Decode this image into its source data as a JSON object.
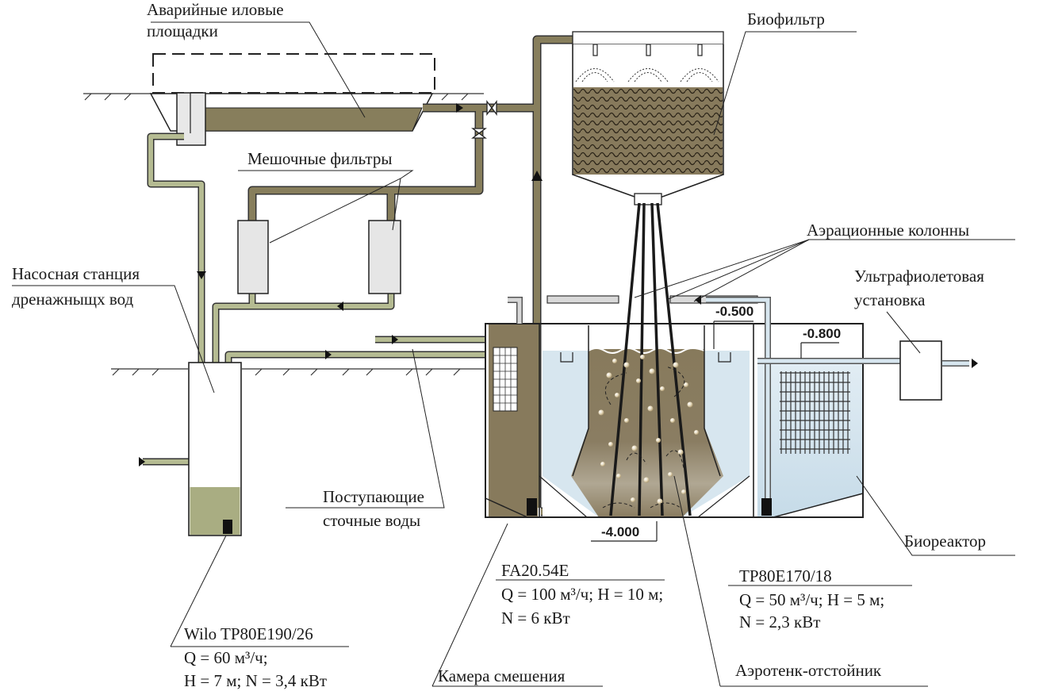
{
  "labels": {
    "emergency_sludge_beds": [
      "Аварийные иловые",
      "площадки"
    ],
    "biofilter": "Биофильтр",
    "bag_filters": "Мешочные фильтры",
    "aeration_columns": "Аэрационные колонны",
    "pump_station": [
      "Насосная станция",
      "дренажныщх вод"
    ],
    "uv_unit": [
      "Ультрафиолетовая",
      "установка"
    ],
    "incoming_wastewater": [
      "Поступающие",
      "сточные воды"
    ],
    "bioreactor": "Биореактор",
    "mixing_chamber": "Камера смешения",
    "aerotank_settler": "Аэротенк-отстойник"
  },
  "pumps": {
    "wilo": {
      "model": "Wilo TP80E190/26",
      "line1": "Q = 60 м³/ч;",
      "line2": "H = 7 м; N = 3,4 кВт"
    },
    "fa": {
      "model": "FA20.54E",
      "line1": "Q = 100 м³/ч; H = 10 м;",
      "line2": "N = 6 кВт"
    },
    "tp": {
      "model": "TP80E170/18",
      "line1": "Q = 50 м³/ч; H = 5 м;",
      "line2": "N = 2,3 кВт"
    }
  },
  "levels": {
    "mark_a": "-0.500",
    "mark_b": "-0.800",
    "mark_c": "-4.000"
  },
  "colors": {
    "pipe_brown": "#877e5c",
    "pipe_green": "#b5bb92",
    "sludge": "#8a7c60",
    "water": "#d7e6ef",
    "sump_liquid": "#a9ad82",
    "filter_body": "#e6e6e6"
  }
}
